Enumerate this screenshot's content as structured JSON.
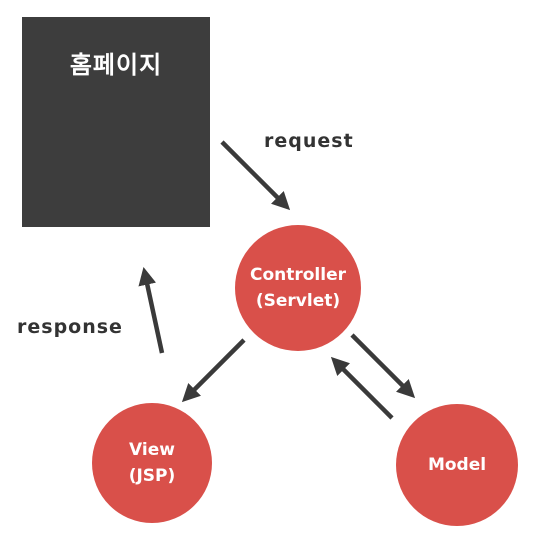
{
  "homepage": {
    "label": "홈페이지"
  },
  "controller": {
    "line1": "Controller",
    "line2": "(Servlet)"
  },
  "view": {
    "line1": "View",
    "line2": "(JSP)"
  },
  "model": {
    "label": "Model"
  },
  "edges": {
    "request": "request",
    "response": "response"
  },
  "colors": {
    "node": "#d9504a",
    "box": "#3d3d3d",
    "arrow": "#3a3a3a",
    "text": "#333333"
  }
}
